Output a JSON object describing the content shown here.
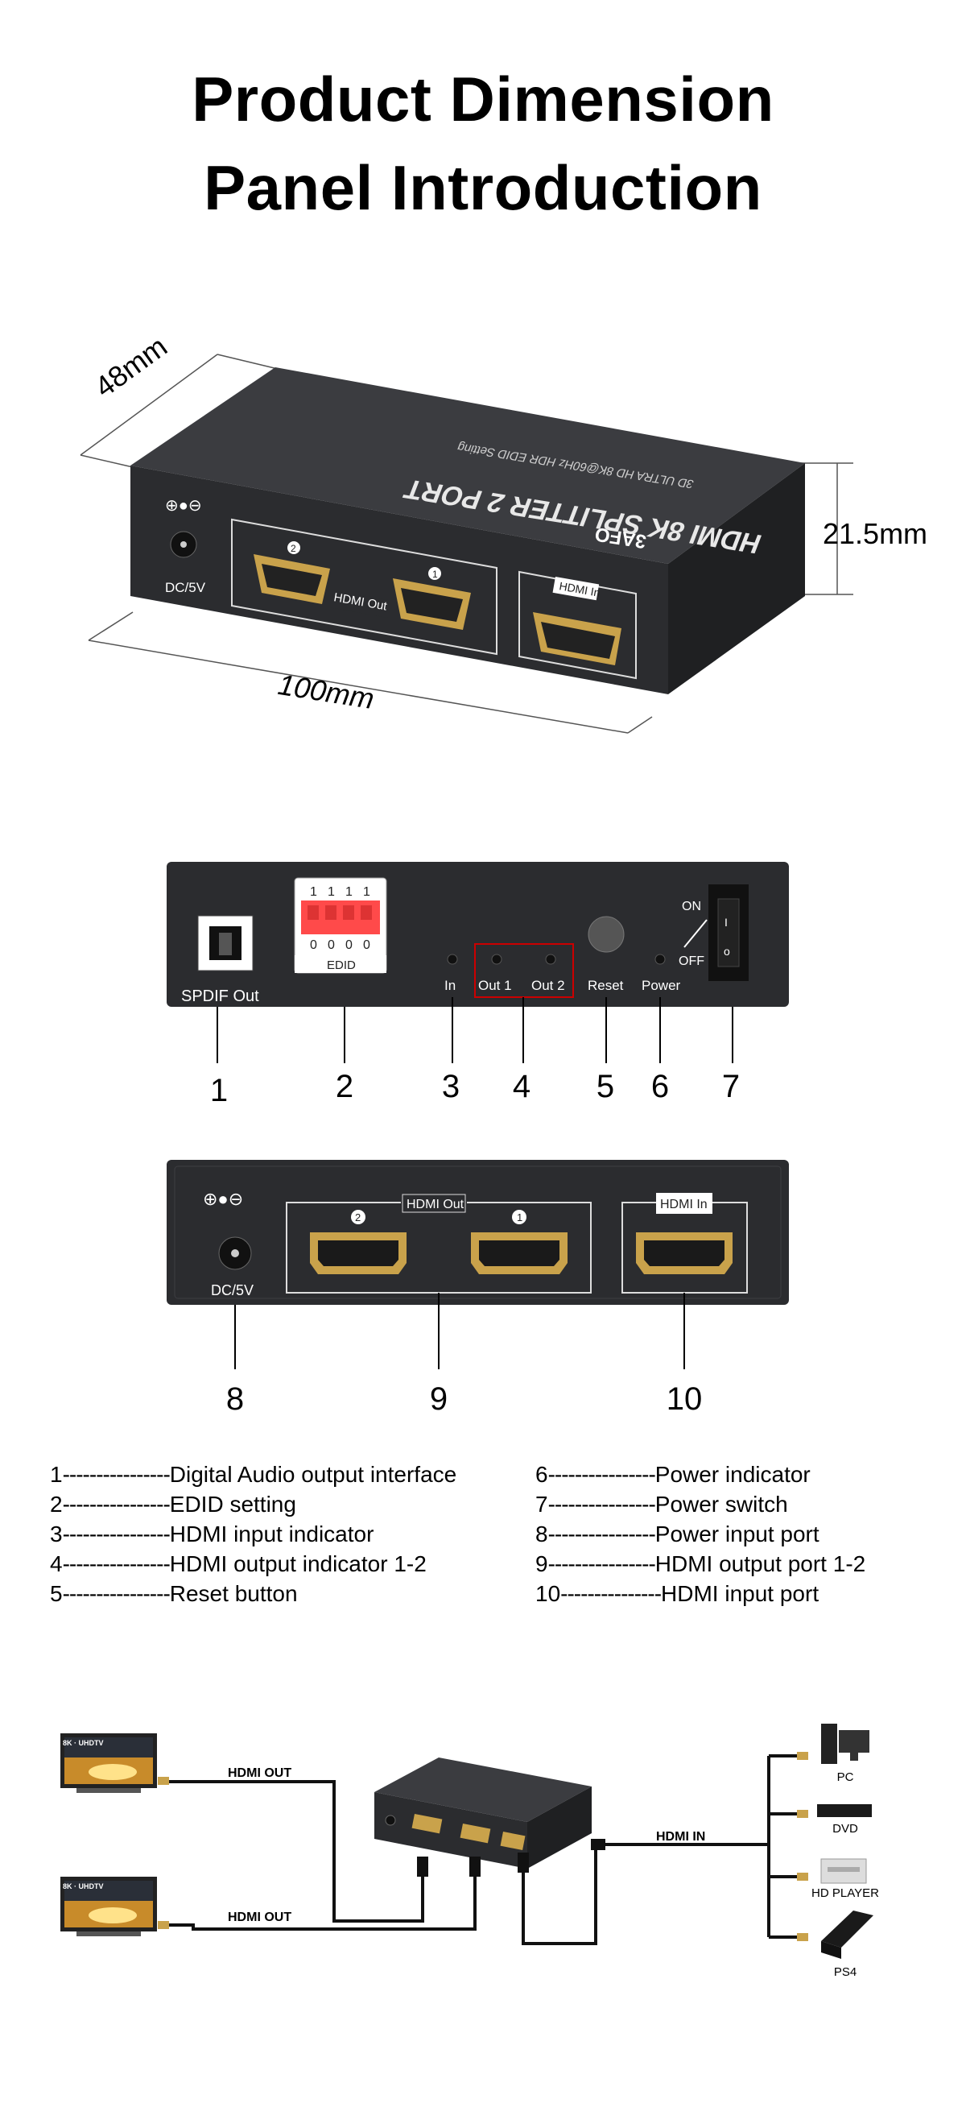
{
  "titles": {
    "line1": "Product Dimension",
    "line2": "Panel Introduction"
  },
  "dimensions": {
    "depth": "48mm",
    "height": "21.5mm",
    "width": "100mm"
  },
  "device": {
    "brand": "3AFO",
    "model_line1": "HDMI 8K SPLITTER 2 PORT",
    "model_line2": "3D ULTRA HD 8K@60Hz HDR EDID Setting",
    "dc_label": "DC/5V",
    "hdmi_out_label": "HDMI Out",
    "hdmi_in_label": "HDMI In",
    "port_1": "1",
    "port_2": "2"
  },
  "front_panel": {
    "spdif": "SPDIF Out",
    "edid": "EDID",
    "dip_top": [
      "1",
      "1",
      "1",
      "1"
    ],
    "dip_bottom": [
      "0",
      "0",
      "0",
      "0"
    ],
    "in": "In",
    "out1": "Out 1",
    "out2": "Out 2",
    "reset": "Reset",
    "power": "Power",
    "on": "ON",
    "off": "OFF",
    "switch_on_mark": "I",
    "switch_off_mark": "o"
  },
  "callouts_top": [
    "1",
    "2",
    "3",
    "4",
    "5",
    "6",
    "7"
  ],
  "callouts_bottom": [
    "8",
    "9",
    "10"
  ],
  "legend_left": [
    {
      "n": "1",
      "dash": " ---------------- ",
      "text": "Digital Audio output interface"
    },
    {
      "n": "2",
      "dash": " ---------------- ",
      "text": "EDID setting"
    },
    {
      "n": "3",
      "dash": " ---------------- ",
      "text": "HDMI input indicator"
    },
    {
      "n": "4",
      "dash": " ---------------- ",
      "text": "HDMI output indicator 1-2"
    },
    {
      "n": "5",
      "dash": " ---------------- ",
      "text": "Reset button"
    }
  ],
  "legend_right": [
    {
      "n": "6",
      "dash": " ---------------- ",
      "text": "Power indicator"
    },
    {
      "n": "7",
      "dash": " ---------------- ",
      "text": "Power switch"
    },
    {
      "n": "8",
      "dash": " ---------------- ",
      "text": "Power input port"
    },
    {
      "n": "9",
      "dash": " ---------------- ",
      "text": "HDMI output port 1-2"
    },
    {
      "n": "10",
      "dash": " ---------------",
      "text": "HDMI input port"
    }
  ],
  "connection": {
    "tv_label": "8K · UHDTV",
    "hdmi_out_1": "HDMI OUT",
    "hdmi_out_2": "HDMI OUT",
    "hdmi_in": "HDMI IN",
    "sources": [
      "PC",
      "DVD",
      "HD PLAYER",
      "PS4"
    ]
  },
  "colors": {
    "device_body": "#2c2d30",
    "device_top": "#3a3b3f",
    "port_gold": "#c9a24b",
    "dip_red": "#ff4a4a",
    "highlight_box": "#cc0000"
  }
}
